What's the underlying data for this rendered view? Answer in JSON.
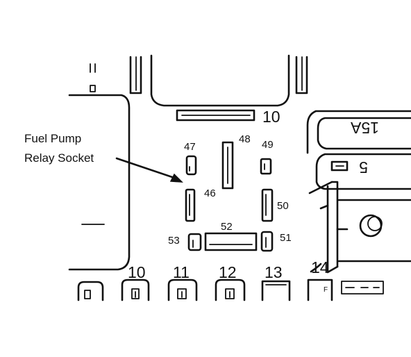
{
  "callout": {
    "line1": "Fuel Pump",
    "line2": "Relay Socket"
  },
  "relay_terminals": {
    "t47": "47",
    "t48": "48",
    "t49": "49",
    "t46": "46",
    "t50": "50",
    "t52": "52",
    "t53": "53",
    "t51": "51"
  },
  "cavity_numbers": {
    "top": "10",
    "bottom": [
      "10",
      "11",
      "12",
      "13",
      "14"
    ]
  },
  "fuses": {
    "upper_rating": "15A",
    "right_number": "5",
    "small_mark": "F"
  },
  "colors": {
    "ink": "#111111",
    "paper": "#ffffff"
  }
}
